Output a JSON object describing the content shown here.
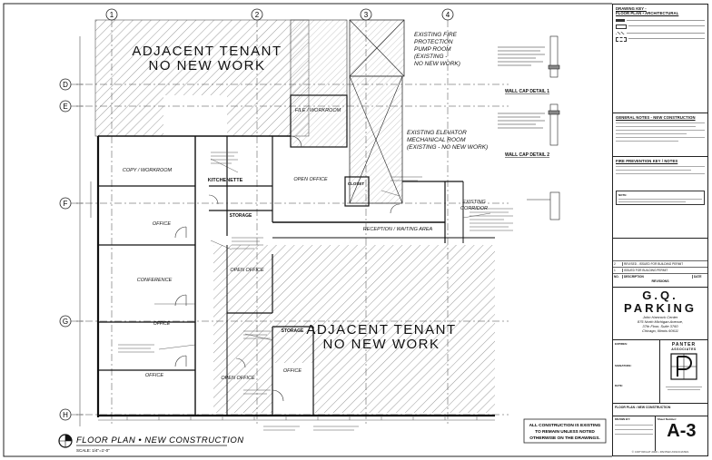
{
  "grid": {
    "cols": [
      "1",
      "2",
      "3",
      "4"
    ],
    "rows": [
      "D",
      "E",
      "F",
      "G",
      "H"
    ]
  },
  "plan": {
    "adjacent_tenant_top_1": "ADJACENT TENANT",
    "adjacent_tenant_top_2": "NO NEW WORK",
    "adjacent_tenant_bottom_1": "ADJACENT TENANT",
    "adjacent_tenant_bottom_2": "NO NEW WORK",
    "fire_pump_1": "EXISTING FIRE",
    "fire_pump_2": "PROTECTION",
    "fire_pump_3": "PUMP ROOM",
    "fire_pump_4": "(EXISTING -",
    "fire_pump_5": "NO NEW WORK)",
    "elevator_1": "EXISTING ELEVATOR",
    "elevator_2": "MECHANICAL ROOM",
    "elevator_3": "(EXISTING - NO NEW WORK)",
    "file_workroom": "FILE / WORKROOM",
    "copy_workroom": "COPY / WORKROOM",
    "open_office_1": "OPEN OFFICE",
    "kitchenette": "KITCHENETTE",
    "storage_1": "STORAGE",
    "closet": "CLOSET",
    "existing_corridor_1": "EXISTING",
    "existing_corridor_2": "CORRIDOR",
    "reception": "RECEPTION / WAITING AREA",
    "office_1": "OFFICE",
    "conference": "CONFERENCE",
    "open_office_2": "OPEN OFFICE",
    "storage_2": "STORAGE",
    "office_2": "OFFICE",
    "office_3": "OFFICE",
    "open_office_3": "OPEN OFFICE",
    "office_4": "OFFICE",
    "construction_note_1": "ALL CONSTRUCTION IS EXISTING",
    "construction_note_2": "TO REMAIN UNLESS NOTED",
    "construction_note_3": "OTHERWISE ON THE DRAWINGS.",
    "sheet_title": "FLOOR PLAN • NEW CONSTRUCTION",
    "scale": "SCALE: 1/4\"=1'-0\"",
    "wall_cap_1": "WALL CAP DETAIL 1",
    "wall_cap_2": "WALL CAP DETAIL 2"
  },
  "title_block": {
    "drawing_key_title": "DRAWING KEY -",
    "drawing_key_sub": "FLOOR PLAN • ARCHITECTURAL",
    "general_notes_title": "GENERAL NOTES - NEW CONSTRUCTION",
    "fire_key_title": "FIRE PREVENTION KEY / NOTES",
    "note_label": "NOTE:",
    "revisions": [
      {
        "no": "2",
        "desc": "REVISED - ISSUED FOR BUILDING PERMIT",
        "date": ""
      },
      {
        "no": "1",
        "desc": "ISSUED FOR BUILDING PERMIT",
        "date": ""
      },
      {
        "no": "NO.",
        "desc": "DESCRIPTION",
        "date": "DATE"
      }
    ],
    "revisions_label": "REVISIONS",
    "project_1": "G.Q.",
    "project_2": "PARKING",
    "address_1": "John Hancock Center",
    "address_2": "875 North Michigan Avenue,",
    "address_3": "37th Floor, Suite 3760",
    "address_4": "Chicago, Illinois 60611",
    "firm_1": "PANTER",
    "firm_2": "ASSOCIATES",
    "expires_label": "EXPIRES:",
    "signature_label": "SIGNATURE:",
    "date_label": "DATE:",
    "sheet_title": "FLOOR PLAN • NEW CONSTRUCTION",
    "drawn_label": "DRAWN BY:",
    "sheet_number_label": "Sheet Number:",
    "sheet_number": "A-3",
    "copyright": "© COPYRIGHT 2000 • PANTER ASSOCIATES"
  }
}
